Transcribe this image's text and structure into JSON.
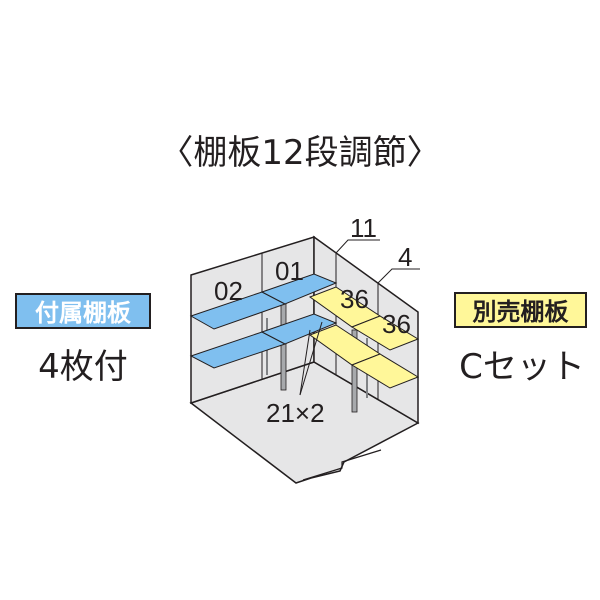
{
  "title": "〈棚板12段調節〉",
  "included": {
    "badge": "付属棚板",
    "count": "4枚付",
    "color": "#7fbfef"
  },
  "optional": {
    "badge": "別売棚板",
    "count": "Cセット",
    "color": "#fff799"
  },
  "diagram": {
    "labels": {
      "shelf_02": "02",
      "shelf_01": "01",
      "part_11": "11",
      "part_4": "4",
      "shelf_36_a": "36",
      "shelf_36_b": "36",
      "post_21x2": "21×2"
    },
    "colors": {
      "wall": "#e6e6e7",
      "floor": "#e6e6e7",
      "included_shelf": "#7fbfef",
      "optional_shelf": "#fff799",
      "outline": "#231f20",
      "post": "#a7a9ac"
    }
  }
}
